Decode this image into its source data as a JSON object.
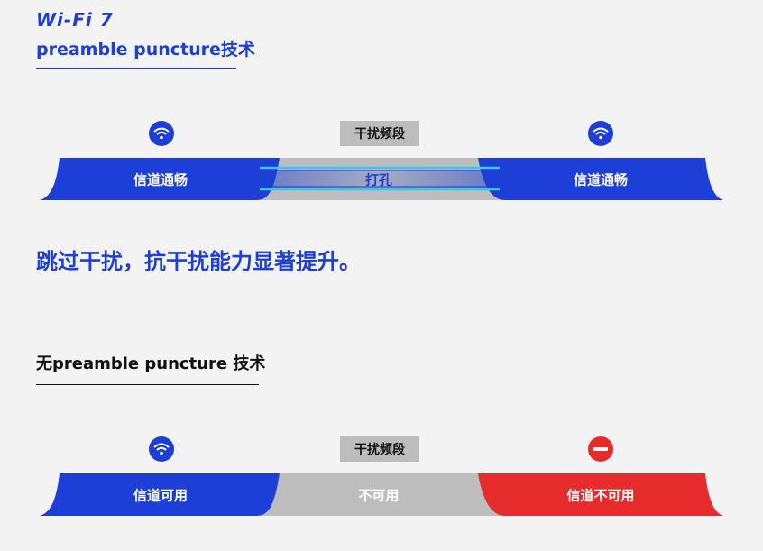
{
  "header": {
    "brand": "Wi-Fi 7",
    "subtitle": "preamble puncture技术"
  },
  "top_diagram": {
    "band_tag": "干扰频段",
    "left_label": "信道通畅",
    "middle_label": "打孔",
    "right_label": "信道通畅",
    "left_icon": "wifi-icon",
    "right_icon": "wifi-icon"
  },
  "headline": "跳过干扰，抗干扰能力显著提升。",
  "section2": {
    "title": "无preamble puncture 技术",
    "band_tag": "干扰频段",
    "left_label": "信道可用",
    "middle_label": "不可用",
    "right_label": "信道不可用",
    "left_icon": "wifi-icon",
    "right_icon": "no-entry-icon"
  },
  "colors": {
    "blue": "#1d3fd8",
    "gray": "#bdbdbd",
    "red": "#e52b2b",
    "cyan": "#39c6ee",
    "background": "#f3f3f3"
  }
}
